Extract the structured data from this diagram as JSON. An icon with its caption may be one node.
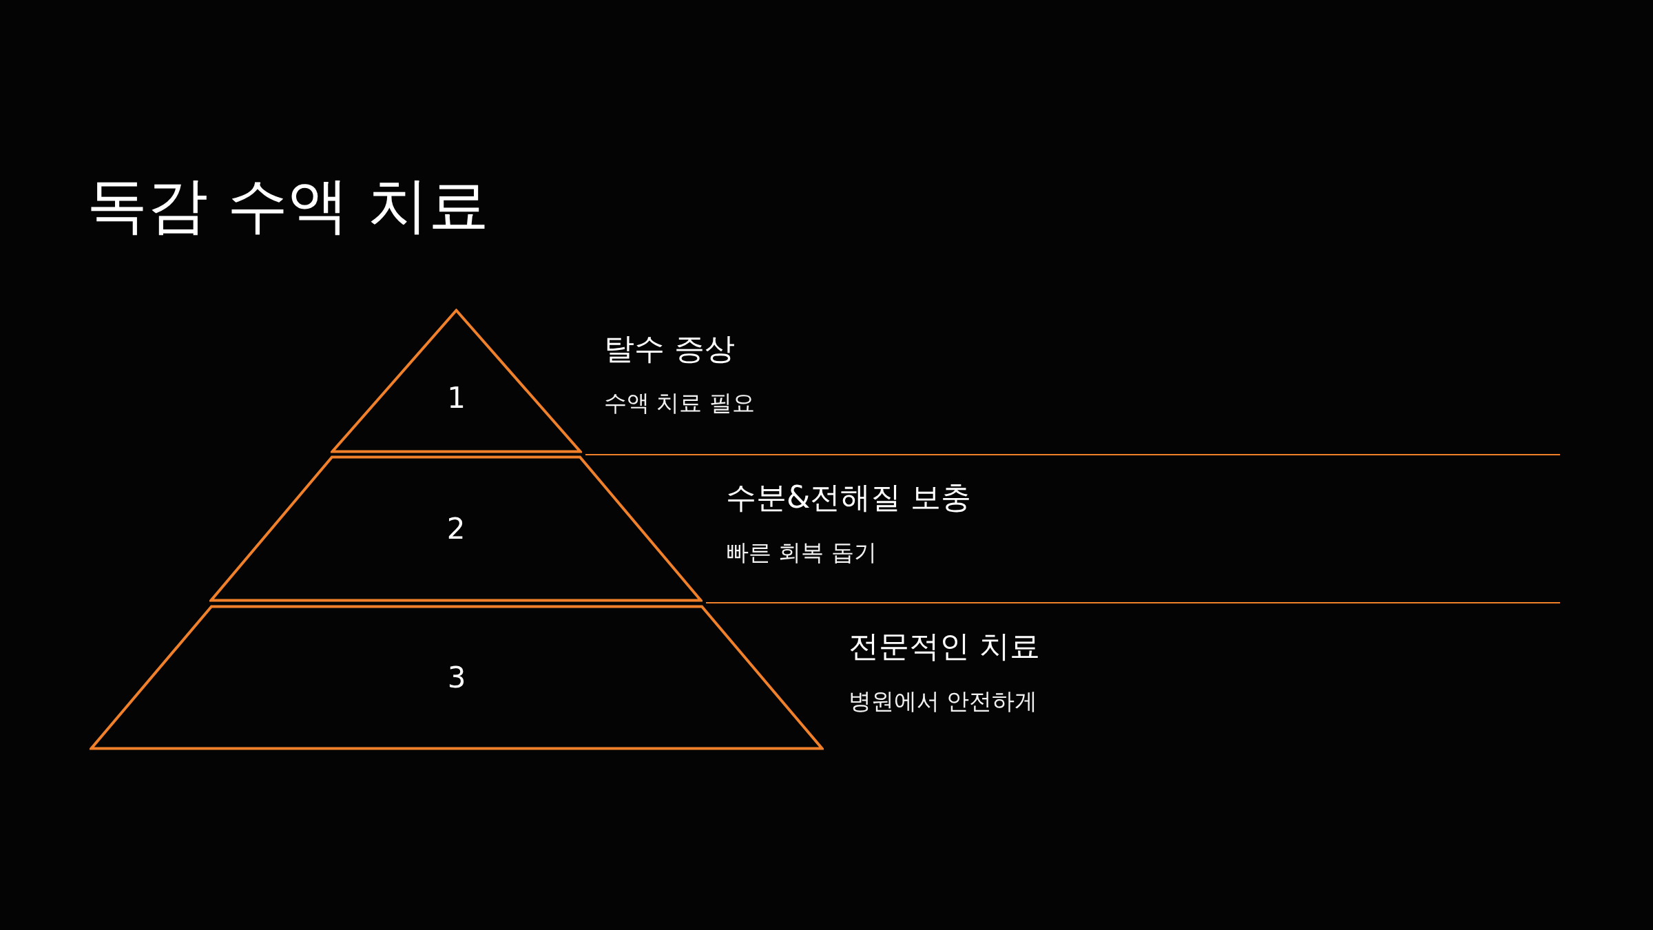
{
  "diagram": {
    "title": "독감 수액 치료",
    "nodes": [
      {
        "text": [
          "1"
        ],
        "beside": [
          "탈수 증상",
          "수액 치료 필요"
        ]
      },
      {
        "text": [
          "2"
        ],
        "beside": [
          "수분&전해질 보충",
          "빠른 회복 돕기"
        ]
      },
      {
        "text": [
          "3"
        ],
        "beside": [
          "전문적인 치료",
          "병원에서 안전하게"
        ]
      }
    ],
    "edges": []
  }
}
